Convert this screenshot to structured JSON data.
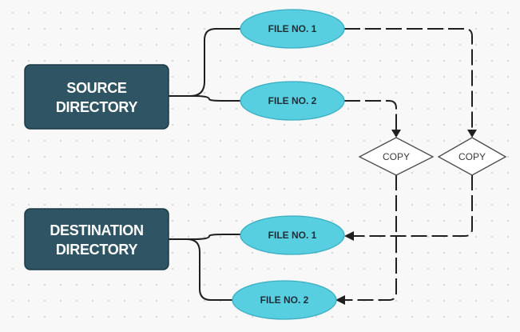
{
  "diagram": {
    "source_directory": {
      "line1": "SOURCE",
      "line2": "DIRECTORY"
    },
    "destination_directory": {
      "line1": "DESTINATION",
      "line2": "DIRECTORY"
    },
    "source_files": [
      {
        "label": "FILE NO. 1"
      },
      {
        "label": "FILE NO. 2"
      }
    ],
    "destination_files": [
      {
        "label": "FILE NO. 1"
      },
      {
        "label": "FILE NO. 2"
      }
    ],
    "copy_steps": [
      {
        "label": "COPY"
      },
      {
        "label": "COPY"
      }
    ]
  }
}
